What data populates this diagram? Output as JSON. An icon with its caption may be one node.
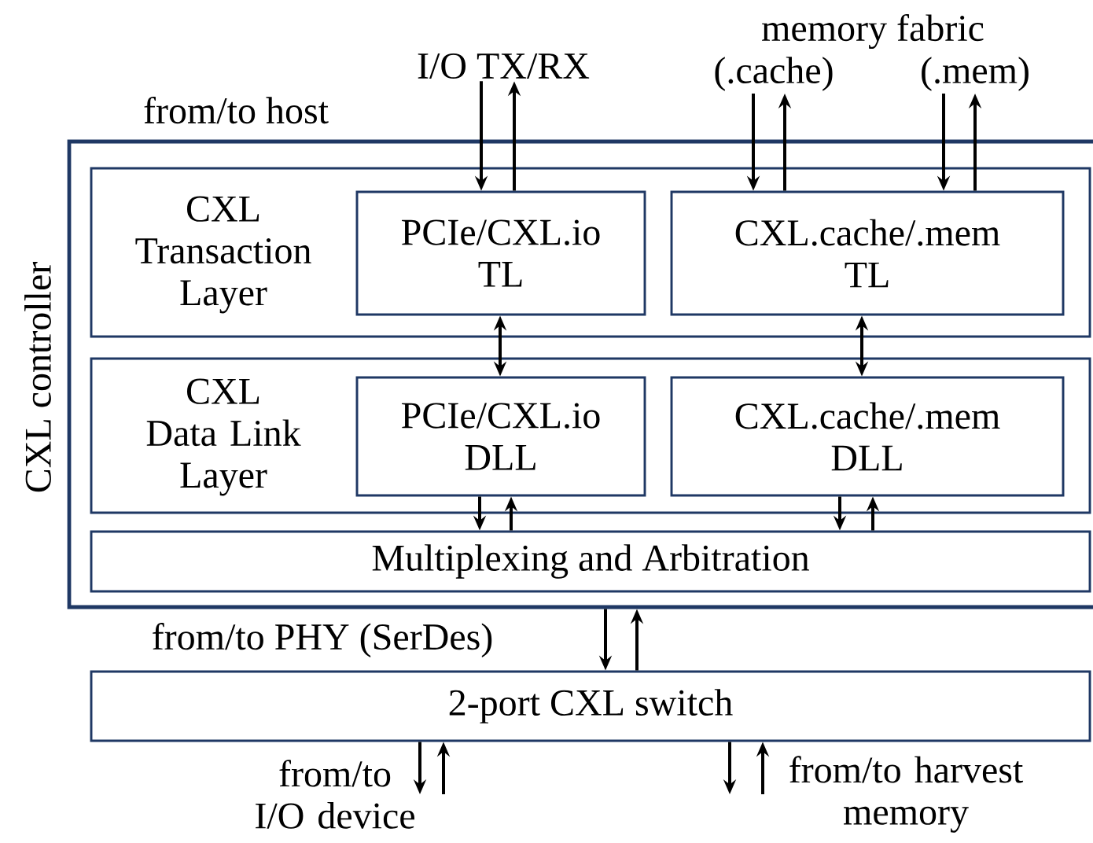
{
  "diagram": {
    "nodes": [
      {
        "text": [
          "CXL controller"
        ]
      },
      {
        "text": [
          "CXL Transaction Layer"
        ],
        "in": 0
      },
      {
        "text": [
          "PCIe/CXL.io TL"
        ],
        "in": 1
      },
      {
        "text": [
          "CXL.cache/.mem TL"
        ],
        "in": 1
      },
      {
        "text": [
          "CXL Data Link Layer"
        ],
        "in": 0
      },
      {
        "text": [
          "PCIe/CXL.io DLL"
        ],
        "in": 4
      },
      {
        "text": [
          "CXL.cache/.mem DLL"
        ],
        "in": 4
      },
      {
        "text": [
          "Multiplexing and Arbitration"
        ],
        "in": 0
      },
      {
        "text": [
          "2-port CXL switch"
        ]
      },
      {
        "text": [
          "I/O TX/RX"
        ]
      },
      {
        "text": [
          "(.cache)"
        ]
      },
      {
        "text": [
          "(.mem)"
        ]
      },
      {
        "text": [
          "from/to I/O device"
        ]
      },
      {
        "text": [
          "from/to harvest memory"
        ]
      }
    ],
    "edges": [
      {
        "from": 9,
        "to": 2,
        "arrow": "to"
      },
      {
        "from": 2,
        "to": 9,
        "arrow": "to"
      },
      {
        "from": 10,
        "to": 3,
        "arrow": "to"
      },
      {
        "from": 3,
        "to": 10,
        "arrow": "to"
      },
      {
        "from": 11,
        "to": 3,
        "arrow": "to"
      },
      {
        "from": 3,
        "to": 11,
        "arrow": "to"
      },
      {
        "from": 2,
        "to": 5,
        "arrow": "both"
      },
      {
        "from": 3,
        "to": 6,
        "arrow": "both"
      },
      {
        "from": 5,
        "to": 7,
        "arrow": "to"
      },
      {
        "from": 7,
        "to": 5,
        "arrow": "to"
      },
      {
        "from": 6,
        "to": 7,
        "arrow": "to"
      },
      {
        "from": 7,
        "to": 6,
        "arrow": "to"
      },
      {
        "from": 0,
        "to": 8,
        "arrow": "to"
      },
      {
        "from": 8,
        "to": 0,
        "arrow": "to"
      },
      {
        "from": 8,
        "to": 12,
        "arrow": "to"
      },
      {
        "from": 12,
        "to": 8,
        "arrow": "to"
      },
      {
        "from": 8,
        "to": 13,
        "arrow": "to"
      },
      {
        "from": 13,
        "to": 8,
        "arrow": "to"
      }
    ],
    "labels": [
      "memory fabric",
      "from/to host",
      "from/to PHY (SerDes)"
    ]
  }
}
